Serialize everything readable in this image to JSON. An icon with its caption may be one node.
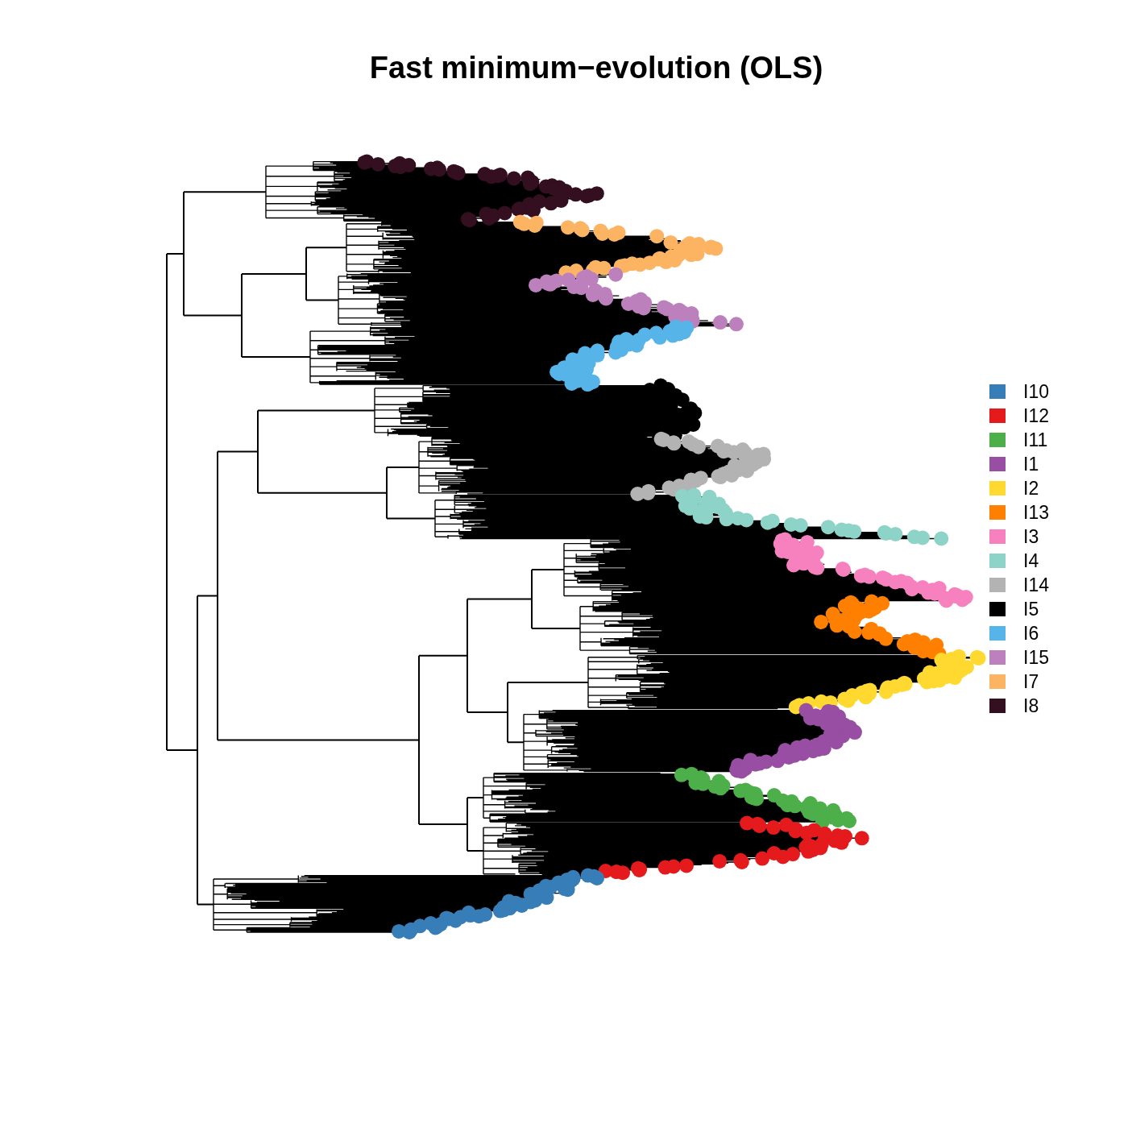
{
  "diagram": {
    "title": "Fast minimum−evolution (OLS)",
    "legend": [
      {
        "text": "I10",
        "color": "#377eb8"
      },
      {
        "text": "I12",
        "color": "#e41a1c"
      },
      {
        "text": "I11",
        "color": "#4daf4a"
      },
      {
        "text": "I1",
        "color": "#984ea3"
      },
      {
        "text": "I2",
        "color": "#ffd92f"
      },
      {
        "text": "I13",
        "color": "#ff7f00"
      },
      {
        "text": "I3",
        "color": "#f781bf"
      },
      {
        "text": "I4",
        "color": "#8dd3c7"
      },
      {
        "text": "I14",
        "color": "#b3b3b3"
      },
      {
        "text": "I5",
        "color": "#000000"
      },
      {
        "text": "I6",
        "color": "#56b4e9"
      },
      {
        "text": "I15",
        "color": "#bc80bd"
      },
      {
        "text": "I7",
        "color": "#fdb462"
      },
      {
        "text": "I8",
        "color": "#330f1f"
      }
    ]
  }
}
